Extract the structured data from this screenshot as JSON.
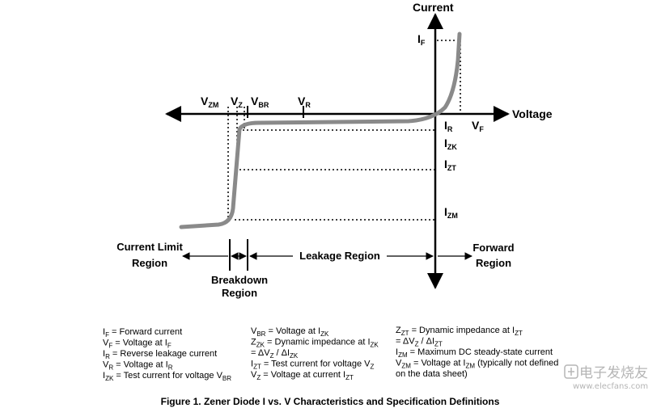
{
  "axes": {
    "y_label": "Current",
    "x_label": "Voltage"
  },
  "markers": {
    "v_zm": {
      "main": "V",
      "sub": "ZM"
    },
    "v_z": {
      "main": "V",
      "sub": "Z"
    },
    "v_br": {
      "main": "V",
      "sub": "BR"
    },
    "v_r": {
      "main": "V",
      "sub": "R"
    },
    "v_f": {
      "main": "V",
      "sub": "F"
    },
    "i_f": {
      "main": "I",
      "sub": "F"
    },
    "i_r": {
      "main": "I",
      "sub": "R"
    },
    "i_zk": {
      "main": "I",
      "sub": "ZK"
    },
    "i_zt": {
      "main": "I",
      "sub": "ZT"
    },
    "i_zm": {
      "main": "I",
      "sub": "ZM"
    }
  },
  "regions": {
    "current_limit": [
      "Current Limit",
      "Region"
    ],
    "breakdown": [
      "Breakdown",
      "Region"
    ],
    "leakage": "Leakage Region",
    "forward": [
      "Forward",
      "Region"
    ]
  },
  "definitions": {
    "col1": [
      [
        {
          "t": "I"
        },
        {
          "t": "F",
          "s": 1
        },
        {
          "t": " = Forward current"
        }
      ],
      [
        {
          "t": "V"
        },
        {
          "t": "F",
          "s": 1
        },
        {
          "t": " = Voltage at I"
        },
        {
          "t": "F",
          "s": 1
        }
      ],
      [
        {
          "t": "I"
        },
        {
          "t": "R",
          "s": 1
        },
        {
          "t": " = Reverse leakage current"
        }
      ],
      [
        {
          "t": "V"
        },
        {
          "t": "R",
          "s": 1
        },
        {
          "t": " = Voltage at I"
        },
        {
          "t": "R",
          "s": 1
        }
      ],
      [
        {
          "t": "I"
        },
        {
          "t": "ZK",
          "s": 1
        },
        {
          "t": " = Test current for voltage V"
        },
        {
          "t": "BR",
          "s": 1
        }
      ]
    ],
    "col2": [
      [
        {
          "t": "V"
        },
        {
          "t": "BR",
          "s": 1
        },
        {
          "t": " = Voltage at I"
        },
        {
          "t": "ZK",
          "s": 1
        }
      ],
      [
        {
          "t": "Z"
        },
        {
          "t": "ZK",
          "s": 1
        },
        {
          "t": " = Dynamic impedance at I"
        },
        {
          "t": "ZK",
          "s": 1
        }
      ],
      [
        {
          "t": "      = ΔV"
        },
        {
          "t": "Z",
          "s": 1
        },
        {
          "t": " / ΔI"
        },
        {
          "t": "ZK",
          "s": 1
        }
      ],
      [
        {
          "t": "I"
        },
        {
          "t": "ZT",
          "s": 1
        },
        {
          "t": " = Test current for voltage V"
        },
        {
          "t": "Z",
          "s": 1
        }
      ],
      [
        {
          "t": "V"
        },
        {
          "t": "Z",
          "s": 1
        },
        {
          "t": " = Voltage at current I"
        },
        {
          "t": "ZT",
          "s": 1
        }
      ]
    ],
    "col3": [
      [
        {
          "t": "Z"
        },
        {
          "t": "ZT",
          "s": 1
        },
        {
          "t": " = Dynamic impedance at I"
        },
        {
          "t": "ZT",
          "s": 1
        }
      ],
      [
        {
          "t": "      = ΔV"
        },
        {
          "t": "Z",
          "s": 1
        },
        {
          "t": " / ΔI"
        },
        {
          "t": "ZT",
          "s": 1
        }
      ],
      [
        {
          "t": "I"
        },
        {
          "t": "ZM",
          "s": 1
        },
        {
          "t": " = Maximum DC steady-state current"
        }
      ],
      [
        {
          "t": "V"
        },
        {
          "t": "ZM",
          "s": 1
        },
        {
          "t": " = Voltage at I"
        },
        {
          "t": "ZM",
          "s": 1
        },
        {
          "t": " (typically not defined"
        }
      ],
      [
        {
          "t": "         on the data sheet)"
        }
      ]
    ]
  },
  "caption": "Figure 1. Zener Diode I vs. V Characteristics and Specification Definitions",
  "watermark": {
    "text": "电子发烧友",
    "url": "www.elecfans.com"
  },
  "colors": {
    "curve": "#8a8a8a",
    "axis": "#000000",
    "watermark": "#b5b5b5"
  }
}
